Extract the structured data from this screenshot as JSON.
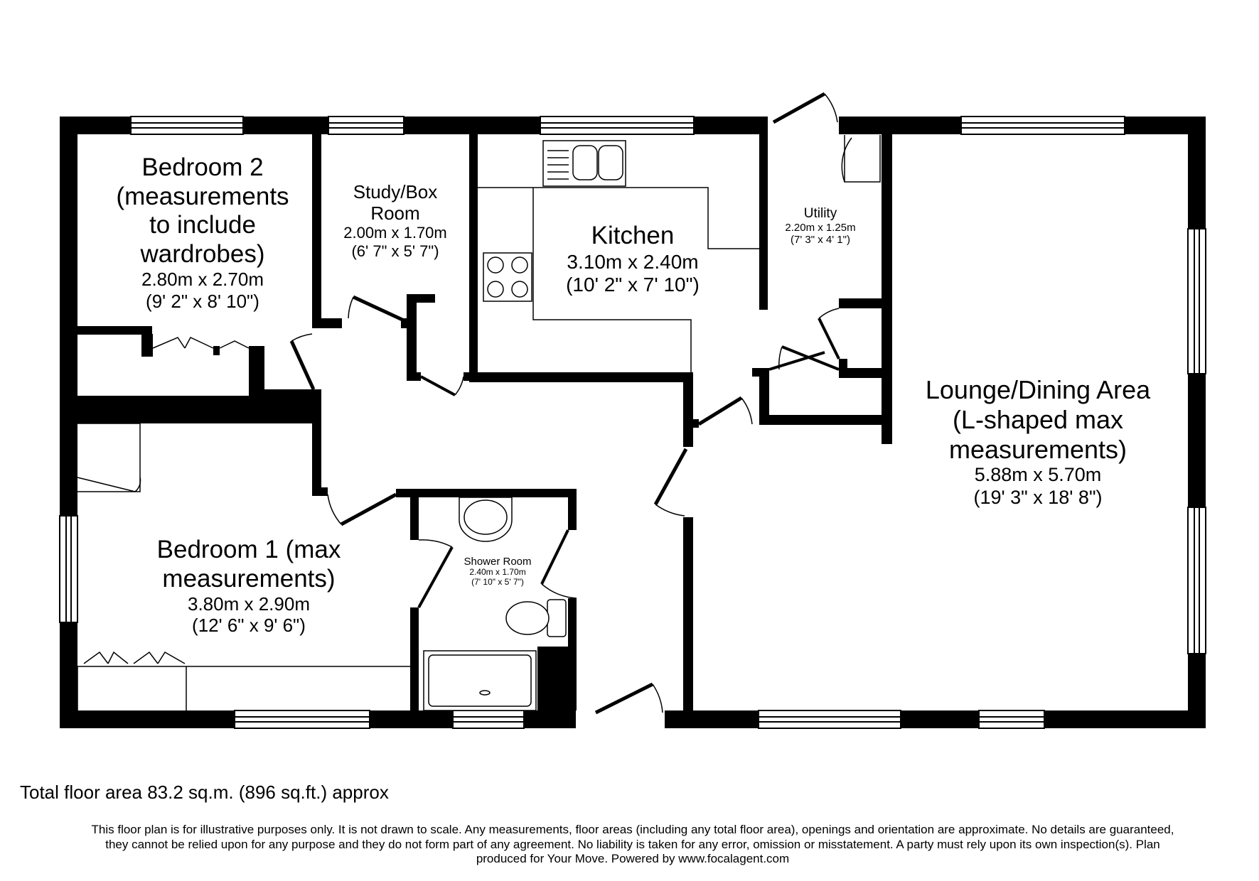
{
  "rooms": {
    "bedroom2": {
      "lines": [
        "Bedroom 2",
        "(measurements",
        "to include",
        "wardrobes)"
      ],
      "metric": "2.80m x 2.70m",
      "imperial": "(9' 2\" x 8' 10\")"
    },
    "study": {
      "lines": [
        "Study/Box",
        "Room"
      ],
      "metric": "2.00m x 1.70m",
      "imperial": "(6' 7\" x 5' 7\")"
    },
    "kitchen": {
      "lines": [
        "Kitchen"
      ],
      "metric": "3.10m x 2.40m",
      "imperial": "(10' 2\" x 7' 10\")"
    },
    "utility": {
      "lines": [
        "Utility"
      ],
      "metric": "2.20m x 1.25m",
      "imperial": "(7' 3\" x 4' 1\")"
    },
    "lounge": {
      "lines": [
        "Lounge/Dining Area",
        "(L-shaped max",
        "measurements)"
      ],
      "metric": "5.88m x 5.70m",
      "imperial": "(19' 3\" x 18' 8\")"
    },
    "bedroom1": {
      "lines": [
        "Bedroom 1 (max",
        "measurements)"
      ],
      "metric": "3.80m x 2.90m",
      "imperial": "(12' 6\" x 9' 6\")"
    },
    "shower": {
      "lines": [
        "Shower Room"
      ],
      "metric": "2.40m x 1.70m",
      "imperial": "(7' 10\" x 5' 7\")"
    }
  },
  "total_area": "Total floor area 83.2 sq.m. (896 sq.ft.) approx",
  "disclaimer": [
    "This floor plan is for illustrative purposes only. It is not drawn to scale. Any measurements, floor areas (including any total floor area), openings and orientation are approximate. No details are guaranteed,",
    "they cannot be relied upon for any purpose and they do not form part of any agreement. No liability is taken for any error, omission or misstatement. A party must rely upon its own inspection(s).  Plan",
    "produced for Your Move. Powered by www.focalagent.com"
  ],
  "colors": {
    "wall": "#000000",
    "background": "#ffffff",
    "line": "#000000"
  }
}
